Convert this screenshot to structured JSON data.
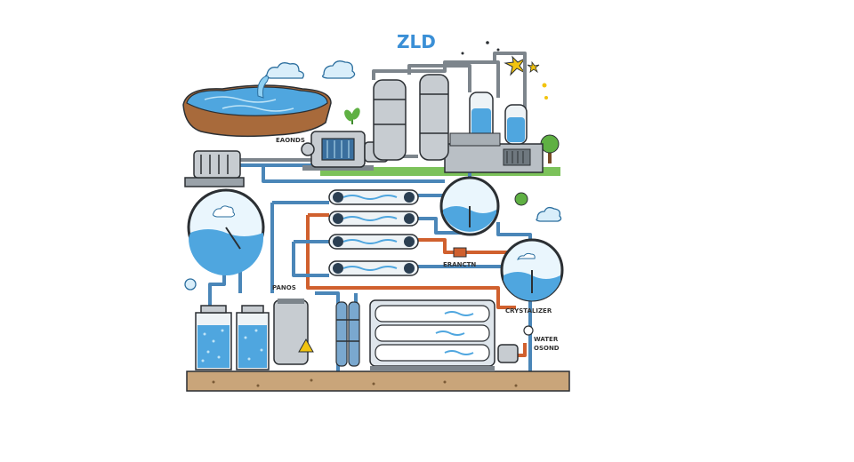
{
  "diagram": {
    "title": "ZLD",
    "labels": {
      "eanos": "EAONDS",
      "panos": "PANOS",
      "erancitn": "ERANCTN",
      "crystalizer": "CRYSTALIZER",
      "water_1": "WATER",
      "water_2": "OSOND"
    },
    "colors": {
      "water": "#4fa6df",
      "water_light": "#bfe4f7",
      "pipe_blue": "#4a86b8",
      "pipe_orange": "#d0602e",
      "pipe_gray": "#7d858c",
      "metal": "#c7ccd1",
      "ground": "#c9a57a",
      "grass": "#7cc25a",
      "title": "#3a8fd6",
      "star": "#f2c40f"
    },
    "icons": [
      "cloud-icon",
      "plant-icon",
      "tree-icon",
      "star-icon",
      "gauge-icon",
      "warning-icon"
    ]
  }
}
